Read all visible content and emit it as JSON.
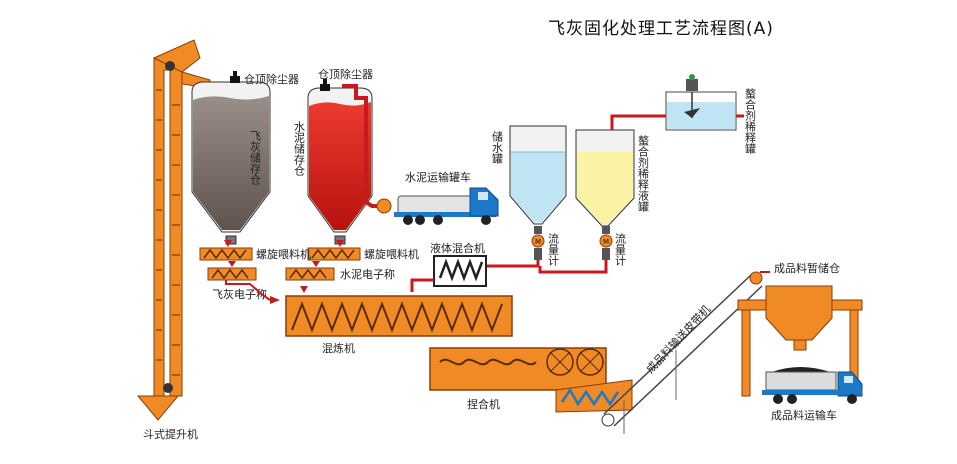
{
  "title": "飞灰固化处理工艺流程图(A)",
  "labels": {
    "top_dust_collector_1": "仓顶除尘器",
    "top_dust_collector_2": "仓顶除尘器",
    "fly_ash_silo": "飞灰储存仓",
    "cement_silo": "水泥储存仓",
    "cement_truck": "水泥运输罐车",
    "water_tank": "储水罐",
    "chelating_agent_tank": "螯合剂稀释液罐",
    "chelating_agent_diluter": "螯合剂稀释罐",
    "screw_feeder_1": "螺旋喂料机",
    "screw_feeder_2": "螺旋喂料机",
    "cement_scale": "水泥电子称",
    "fly_ash_scale": "飞灰电子称",
    "liquid_mixer": "液体混合机",
    "flowmeter_1": "流量计",
    "flowmeter_2": "流量计",
    "mixer": "混炼机",
    "kneader": "捏合机",
    "bucket_elevator": "斗式提升机",
    "conveyor": "成品料输送皮带机",
    "product_bin": "成品料暂储仓",
    "product_truck": "成品料运输车"
  },
  "colors": {
    "orange": "#f08a24",
    "orange_dark": "#8a3d0a",
    "red_pipe": "#c8191c",
    "fly_ash_grey": "#7d6f6a",
    "cement_red": "#e1261f",
    "water_blue": "#bfe4f4",
    "agent_yellow": "#fbf3a4",
    "truck_blue": "#1e78c8"
  }
}
